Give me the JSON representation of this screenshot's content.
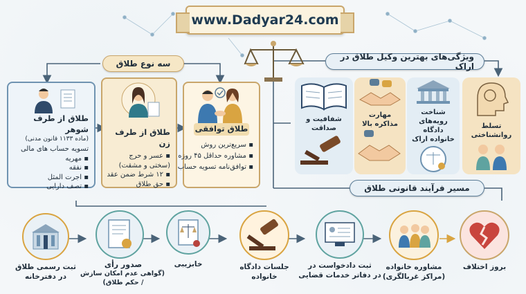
{
  "header": {
    "url": "www.Dadyar24.com"
  },
  "types": {
    "title": "سه نوع طلاق",
    "husband": {
      "title": "طلاق از طرف شوهر",
      "subtitle": "(ماده ۱۱۳۳ قانون مدنی)",
      "items": [
        "تسویه حساب های مالی",
        "مهریه",
        "نفقه",
        "اجرت المثل",
        "تصف دارایی"
      ]
    },
    "wife": {
      "title": "طلاق از طرف زن",
      "items": [
        "عسر و حرج",
        "(سختی و مشقت)",
        "۱۲ شرط ضمن عقد",
        "حق طلاق"
      ]
    },
    "agreed": {
      "title": "طلاق توافقی",
      "items": [
        "سریع‌ترین روش",
        "مشاوره حداقل ۴۵ روزه",
        "توافق‌نامه تسویه حساب"
      ]
    }
  },
  "features": {
    "title": "ویژگی‌های بهترین وکیل طلاق در اراک",
    "items": [
      {
        "label": "تسلط روانشناختی"
      },
      {
        "label": "شناخت رویه‌های دادگاه خانواده اراک"
      },
      {
        "label": "مهارت مذاکره بالا"
      },
      {
        "label": "شفافیت و صداقت"
      }
    ]
  },
  "process": {
    "title": "مسیر فرآیند قانونی طلاق",
    "steps": [
      {
        "label": "بروز اختلاف",
        "sub": ""
      },
      {
        "label": "مشاوره خانواده",
        "sub": "(مراکز غربالگری)"
      },
      {
        "label": "ثبت دادخواست در",
        "sub": "در دفاتر خدمات قضایی"
      },
      {
        "label": "جلسات دادگاه",
        "sub": "خانواده"
      },
      {
        "label": "خابزیبی",
        "sub": ""
      },
      {
        "label": "صدور رأی",
        "sub": "(گواهی عدم امکان سازش",
        "sub2": "/ حکم طلاق)"
      },
      {
        "label": "ثبت رسمی طلاق",
        "sub": "در دفترخانه"
      }
    ]
  },
  "colors": {
    "gold": "#c9a66b",
    "blue": "#5b7c97",
    "navy": "#1f3b52"
  }
}
